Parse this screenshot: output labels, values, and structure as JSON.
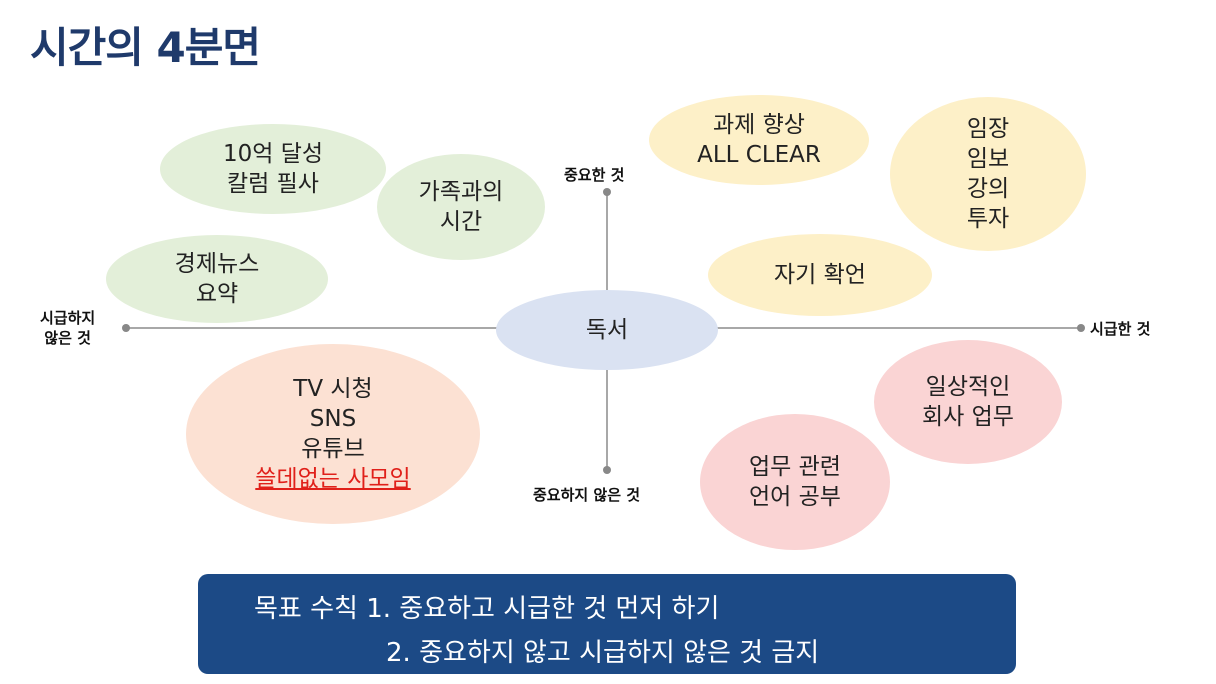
{
  "title": "시간의 4분면",
  "axes": {
    "top": "중요한 것",
    "bottom": "중요하지 않은 것",
    "left": [
      "시급하지",
      "않은 것"
    ],
    "right": "시급한 것"
  },
  "center": "독서",
  "bubbles": {
    "goal": [
      "10억 달성",
      "칼럼 필사"
    ],
    "family": [
      "가족과의",
      "시간"
    ],
    "news": [
      "경제뉴스",
      "요약"
    ],
    "assignment": [
      "과제 향상",
      "ALL CLEAR"
    ],
    "investment": [
      "임장",
      "임보",
      "강의",
      "투자"
    ],
    "self": [
      "자기 확언"
    ],
    "leisure": [
      "TV 시청",
      "SNS",
      "유튜브",
      "쓸데없는 사모임"
    ],
    "daily": [
      "일상적인",
      "회사 업무"
    ],
    "language": [
      "업무 관련",
      "언어 공부"
    ]
  },
  "banner": {
    "line1": "목표 수칙 1. 중요하고 시급한 것 먼저 하기",
    "line2": "2. 중요하지 않고 시급하지 않은 것 금지"
  },
  "colors": {
    "title": "#1f3a6b",
    "banner": "#1c4a86",
    "highlight": "#e0201a",
    "green": "#e3efd9",
    "yellow": "#fdf0c8",
    "pink": "#fad4d4",
    "peach": "#fce1d3",
    "blue": "#dae2f2"
  }
}
